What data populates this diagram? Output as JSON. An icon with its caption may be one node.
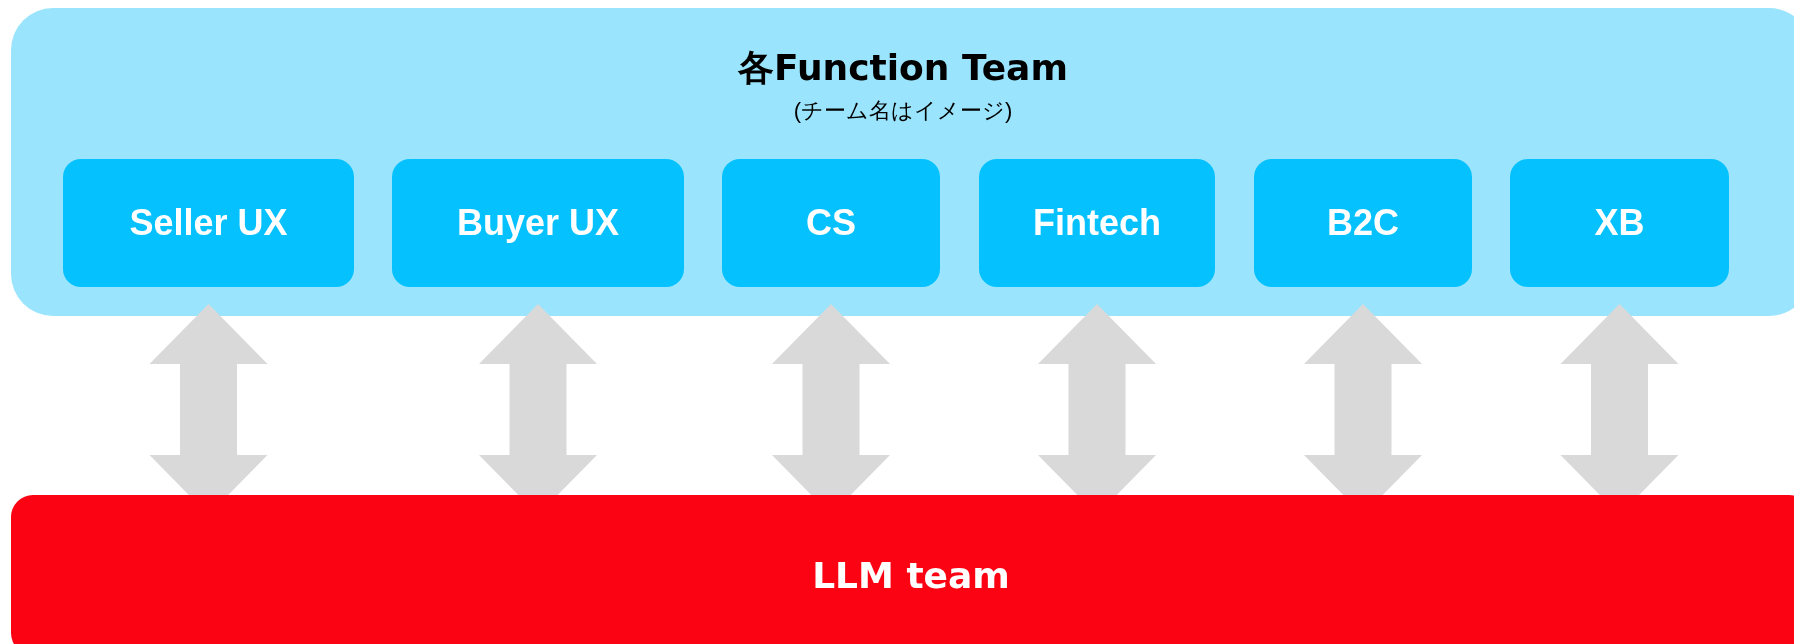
{
  "diagram": {
    "nodes": [
      {
        "text": [
          "各Function Team",
          "(チーム名はイメージ)"
        ]
      },
      {
        "text": [
          "Seller UX"
        ],
        "in": 0
      },
      {
        "text": [
          "Buyer UX"
        ],
        "in": 0
      },
      {
        "text": [
          "CS"
        ],
        "in": 0
      },
      {
        "text": [
          "Fintech"
        ],
        "in": 0
      },
      {
        "text": [
          "B2C"
        ],
        "in": 0
      },
      {
        "text": [
          "XB"
        ],
        "in": 0
      },
      {
        "text": [
          "LLM team"
        ]
      }
    ],
    "edges": [
      {
        "from": 1,
        "to": 7,
        "arrow": "both"
      },
      {
        "from": 2,
        "to": 7,
        "arrow": "both"
      },
      {
        "from": 3,
        "to": 7,
        "arrow": "both"
      },
      {
        "from": 4,
        "to": 7,
        "arrow": "both"
      },
      {
        "from": 5,
        "to": 7,
        "arrow": "both"
      },
      {
        "from": 6,
        "to": 7,
        "arrow": "both"
      }
    ]
  }
}
